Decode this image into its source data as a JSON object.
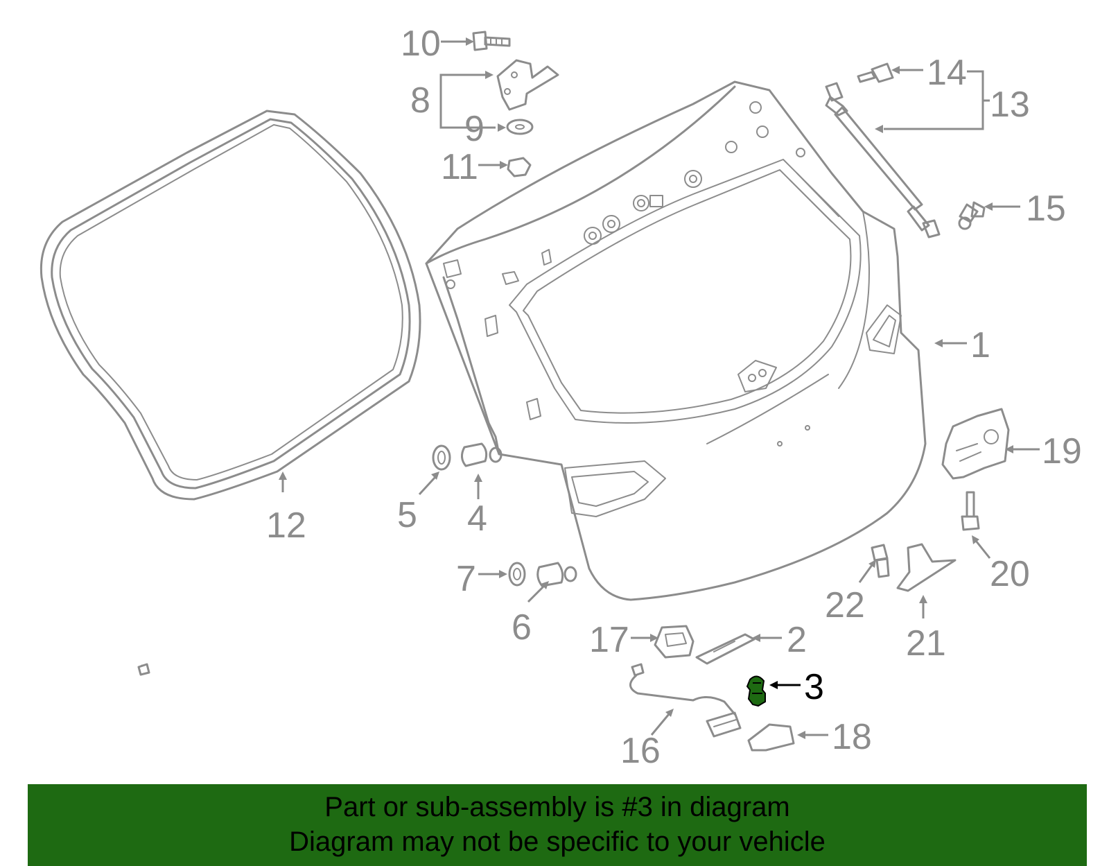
{
  "callouts": [
    {
      "id": "1",
      "label": "1"
    },
    {
      "id": "2",
      "label": "2"
    },
    {
      "id": "3",
      "label": "3",
      "highlight": true
    },
    {
      "id": "4",
      "label": "4"
    },
    {
      "id": "5",
      "label": "5"
    },
    {
      "id": "6",
      "label": "6"
    },
    {
      "id": "7",
      "label": "7"
    },
    {
      "id": "8",
      "label": "8"
    },
    {
      "id": "9",
      "label": "9"
    },
    {
      "id": "10",
      "label": "10"
    },
    {
      "id": "11",
      "label": "11"
    },
    {
      "id": "12",
      "label": "12"
    },
    {
      "id": "13",
      "label": "13"
    },
    {
      "id": "14",
      "label": "14"
    },
    {
      "id": "15",
      "label": "15"
    },
    {
      "id": "16",
      "label": "16"
    },
    {
      "id": "17",
      "label": "17"
    },
    {
      "id": "18",
      "label": "18"
    },
    {
      "id": "19",
      "label": "19"
    },
    {
      "id": "20",
      "label": "20"
    },
    {
      "id": "21",
      "label": "21"
    },
    {
      "id": "22",
      "label": "22"
    }
  ],
  "banner": {
    "line1": "Part or sub-assembly is #3 in diagram",
    "line2": "Diagram may not be specific to your vehicle"
  },
  "colors": {
    "highlight": "#1e6a12",
    "line": "#8c8c8c",
    "highlight_text": "#000000"
  }
}
